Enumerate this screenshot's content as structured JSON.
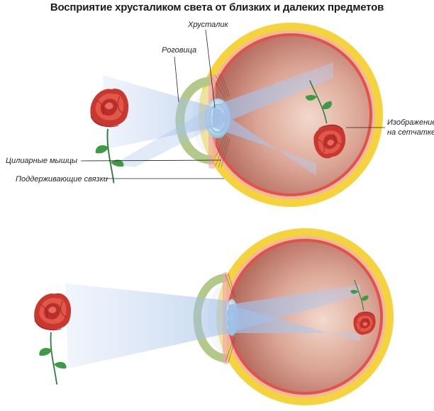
{
  "title": "Восприятие хрусталиком света от близких и далеких предметов",
  "labels": {
    "lens": "Хрусталик",
    "cornea": "Роговица",
    "ciliary": "Цилиарные мышцы",
    "ligaments": "Поддерживающие связки",
    "image_line1": "Изображение",
    "image_line2": "на сетчатке"
  },
  "colors": {
    "sclera": "#f5d33f",
    "choroid": "#e1534a",
    "eye_interior": "#d39283",
    "cornea": "#b3c98a",
    "beam": "#a8c4e8",
    "rose": "#d6453a",
    "stem": "#2e7d3a"
  },
  "icons": [
    "rose-object-near",
    "rose-image-inverted",
    "rose-object-far",
    "rose-image-small"
  ]
}
